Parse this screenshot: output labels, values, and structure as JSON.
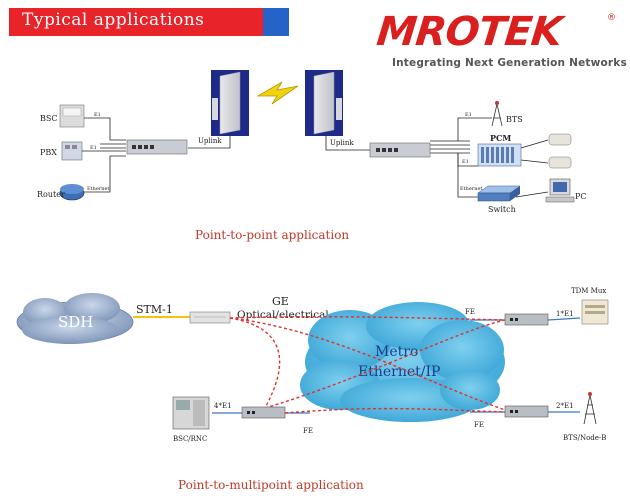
{
  "header": {
    "title": "Typical applications"
  },
  "logo": {
    "name": "MROTEK",
    "tagline": "Integrating Next Generation Networks"
  },
  "p2p": {
    "caption": "Point-to-point  application",
    "left": {
      "bsc": "BSC",
      "pbx": "PBX",
      "router": "Router",
      "e1_a": "E1",
      "e1_b": "E1",
      "ethernet": "Ethernet",
      "uplink": "Uplink"
    },
    "right": {
      "uplink": "Uplink",
      "bts": "BTS",
      "pcm": "PCM",
      "pc": "PC",
      "switch": "Switch",
      "e1_a": "E1",
      "e1_b": "E1",
      "ethernet": "Ethernet"
    }
  },
  "p2mp": {
    "caption": "Point-to-multipoint  application",
    "sdh": "SDH",
    "stm": "STM-1",
    "ge": "GE",
    "optical": "Optical/electrical",
    "metro": "Metro",
    "metro2": "Ethernet/IP",
    "fe_top": "FE",
    "fe_bottom_left": "FE",
    "fe_bottom_right": "FE",
    "tdm": "TDM Mux",
    "e1_1": "1*E1",
    "e1_4": "4*E1",
    "e1_2": "2*E1",
    "bsc_rnc": "BSC/RNC",
    "bts_nodeb": "BTS/Node-B"
  },
  "colors": {
    "accent_red": "#e8232a",
    "accent_blue": "#2563c9",
    "cloud": "#58b8e0",
    "dashed": "#e0302a"
  }
}
